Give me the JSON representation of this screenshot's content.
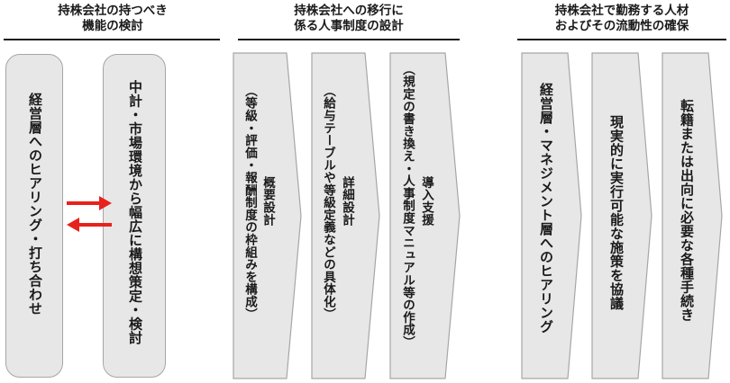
{
  "headers": {
    "h1": [
      "持株会社の持つべき",
      "機能の検討"
    ],
    "h2": [
      "持株会社への移行に",
      "係る人事制度の設計"
    ],
    "h3": [
      "持株会社で勤務する人材",
      "およびその流動性の確保"
    ]
  },
  "section1": {
    "box1": "経営層へのヒアリング・打ち合わせ",
    "box2": "中計・市場環境から幅広に構想策定・検討"
  },
  "section2": {
    "step1": {
      "title": "概要設計",
      "detail": "（等級・評価・報酬制度の枠組みを構成）"
    },
    "step2": {
      "title": "詳細設計",
      "detail": "（給与テーブルや等級定義などの具体化）"
    },
    "step3": {
      "title": "導入支援",
      "detail": "（規定の書き換え・人事制度マニュアル等の作成）"
    }
  },
  "section3": {
    "step1": "経営層・マネジメント層へのヒアリング",
    "step2": "現実的に実行可能な施策を協議",
    "step3": "転籍または出向に必要な各種手続き"
  },
  "colors": {
    "fill": "#e7e7e7",
    "border": "#a6a6a6",
    "arrow": "#e8211c"
  }
}
